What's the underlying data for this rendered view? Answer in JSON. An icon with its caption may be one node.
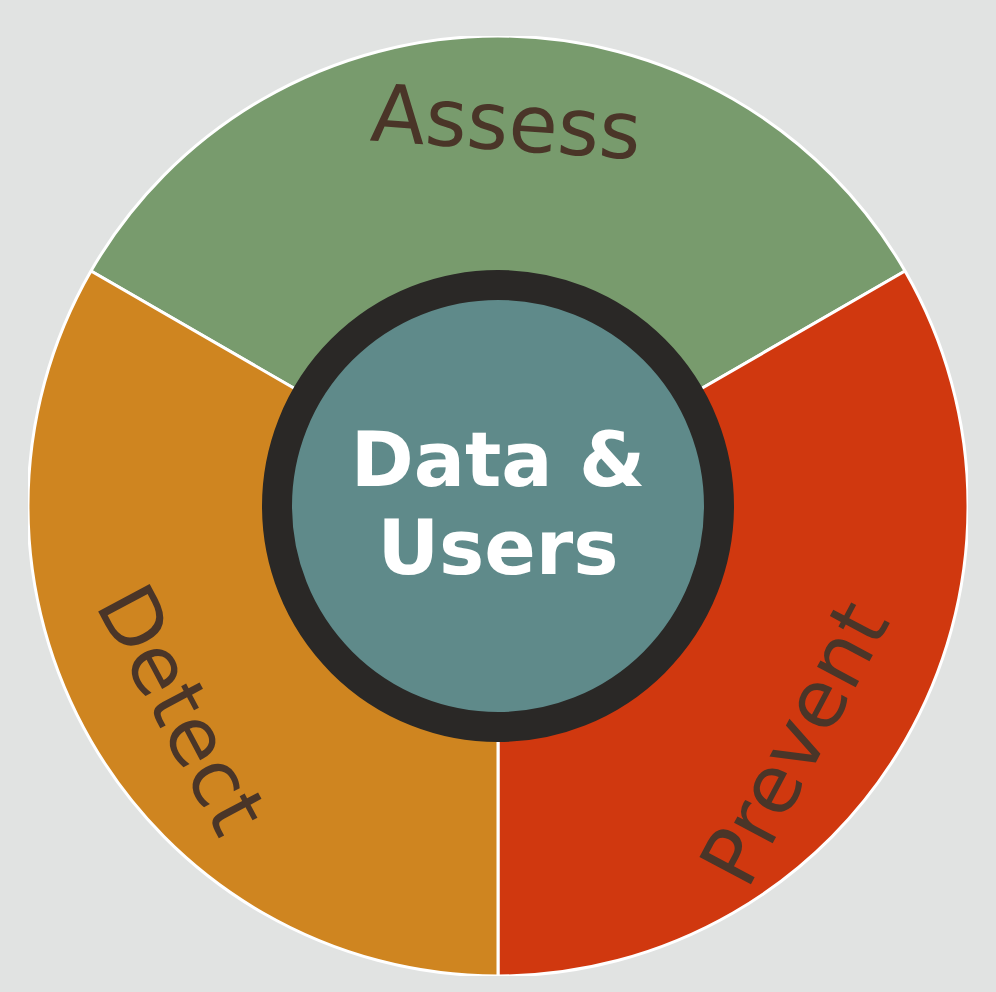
{
  "diagram": {
    "nodes": [
      {
        "text": [
          "Data & Users"
        ]
      },
      {
        "text": [
          "Assess"
        ]
      },
      {
        "text": [
          "Prevent"
        ]
      },
      {
        "text": [
          "Detect"
        ]
      }
    ]
  }
}
